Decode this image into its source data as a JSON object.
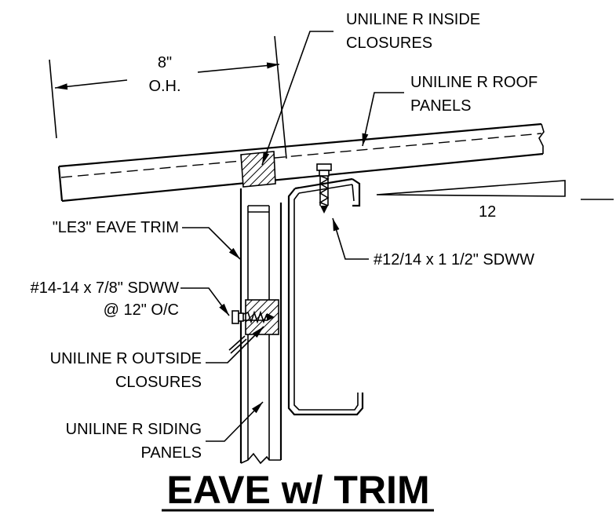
{
  "labels": {
    "inside_closures_1": "UNILINE R INSIDE",
    "inside_closures_2": "CLOSURES",
    "overhang_1": "8\"",
    "overhang_2": "O.H.",
    "roof_panels_1": "UNILINE R ROOF",
    "roof_panels_2": "PANELS",
    "slope_run": "12",
    "eave_trim": "\"LE3\" EAVE TRIM",
    "roof_screw": "#12/14 x 1 1/2\" SDWW",
    "trim_screw_1": "#14-14 x 7/8\" SDWW",
    "trim_screw_2": "@ 12\" O/C",
    "outside_closures_1": "UNILINE R OUTSIDE",
    "outside_closures_2": "CLOSURES",
    "siding_panels_1": "UNILINE R SIDING",
    "siding_panels_2": "PANELS"
  },
  "title": "EAVE w/ TRIM"
}
